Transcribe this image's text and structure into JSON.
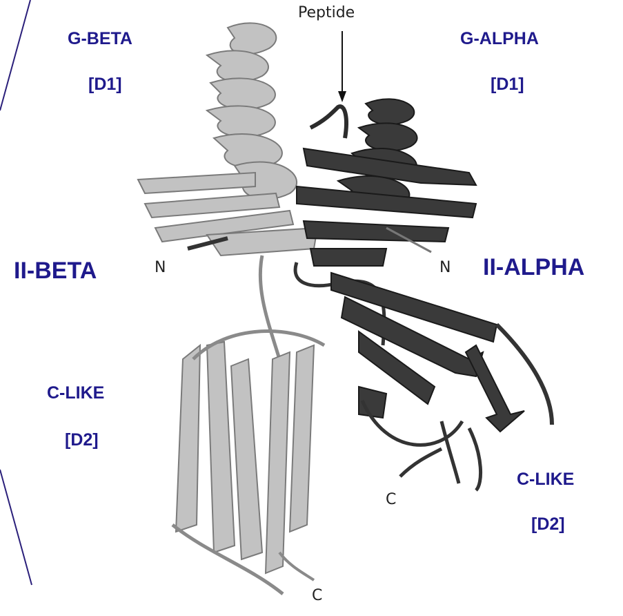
{
  "colors": {
    "label": "#1f1a8c",
    "edge_line": "#2a1f7a",
    "beta_chain": "#c2c2c2",
    "alpha_chain": "#3a3a3a",
    "peptide": "#2c2c2c"
  },
  "labels": {
    "peptide": "Peptide",
    "g_beta": "G-BETA",
    "g_beta_domain": "[D1]",
    "g_alpha": "G-ALPHA",
    "g_alpha_domain": "[D1]",
    "ii_beta": "II-BETA",
    "ii_alpha": "II-ALPHA",
    "c_like_left": "C-LIKE",
    "c_like_left_domain": "[D2]",
    "c_like_right": "C-LIKE",
    "c_like_right_domain": "[D2]",
    "n_left": "N",
    "n_right": "N",
    "c_right": "C",
    "c_bottom": "C"
  }
}
